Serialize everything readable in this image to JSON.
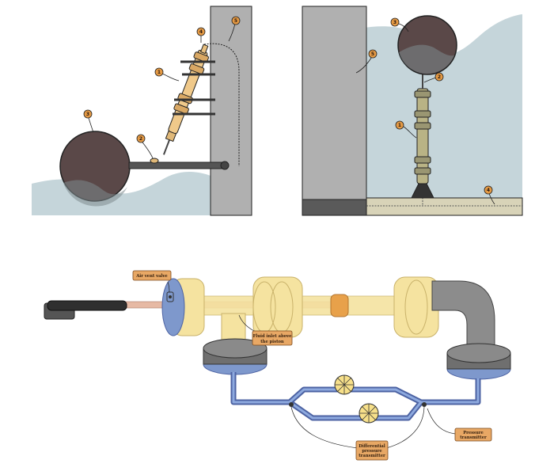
{
  "panel_a": {
    "markers": [
      {
        "id": "marker-1",
        "text": "1"
      },
      {
        "id": "marker-2",
        "text": "2"
      },
      {
        "id": "marker-3",
        "text": "3"
      },
      {
        "id": "marker-4",
        "text": "4"
      },
      {
        "id": "marker-5",
        "text": "5"
      }
    ]
  },
  "panel_b": {
    "markers": [
      {
        "id": "marker-1",
        "text": "1"
      },
      {
        "id": "marker-2",
        "text": "2"
      },
      {
        "id": "marker-3",
        "text": "3"
      },
      {
        "id": "marker-4",
        "text": "4"
      },
      {
        "id": "marker-5",
        "text": "5"
      }
    ]
  },
  "panel_c": {
    "labels": {
      "air_vent_valve": "Air vent valve",
      "fluid_inlet_line1": "Fluid inlet above",
      "fluid_inlet_line2": "the piston",
      "pressure_transmitter_line1": "Pressure",
      "pressure_transmitter_line2": "transmitter",
      "differential_line1": "Differential",
      "differential_line2": "pressure",
      "differential_line3": "transmitter"
    }
  },
  "colors": {
    "water": "#c5d5da",
    "wall": "#b0b0b0",
    "ball": "#5a4848",
    "brass": "#e0b878",
    "cylinder": "#f5e3a0",
    "blue_part": "#7e98cc",
    "marker_fill": "#e59a44",
    "label_fill": "#e8a865"
  }
}
